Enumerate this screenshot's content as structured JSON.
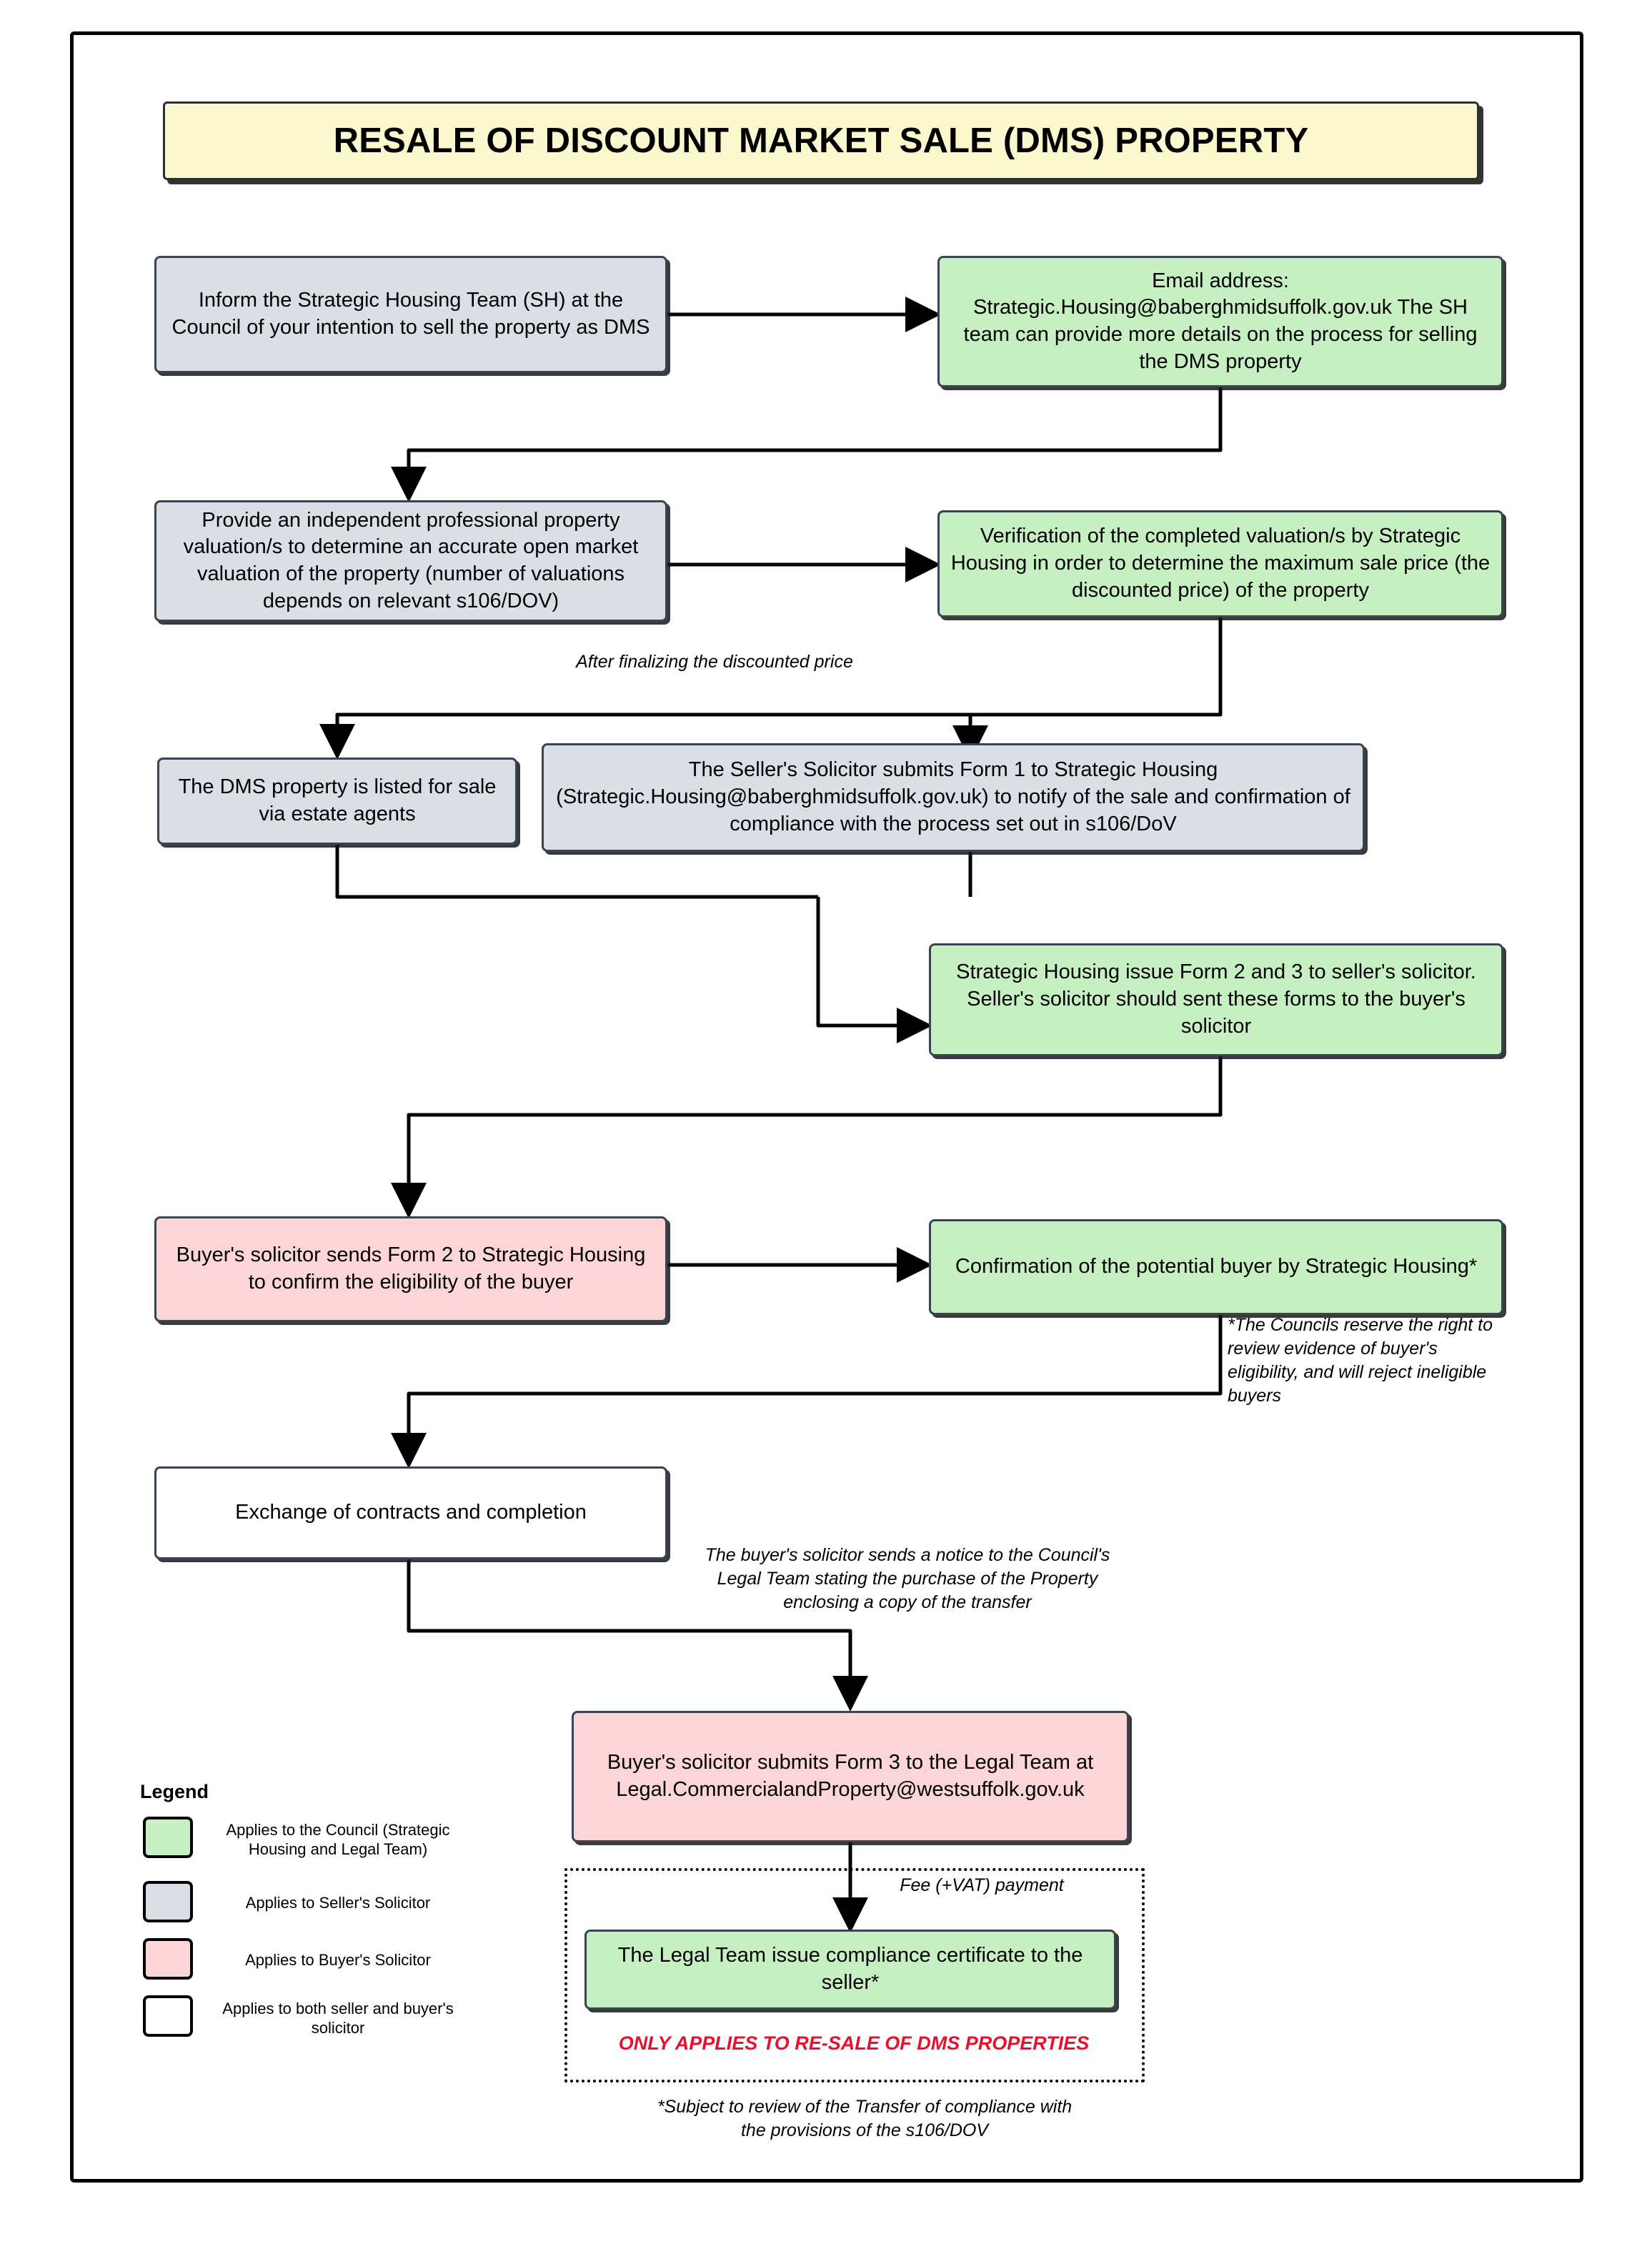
{
  "title": "RESALE OF DISCOUNT MARKET SALE (DMS) PROPERTY",
  "colors": {
    "council_green": "#c6f0c2",
    "seller_grey": "#dbdfe5",
    "buyer_pink": "#fbd5d8",
    "both_white": "#ffffff",
    "title_yellow": "#fbf8cd",
    "alert_red": "#e8112d",
    "border": "#3a4450"
  },
  "nodes": {
    "inform_sh": "Inform the Strategic Housing Team (SH) at the Council of your intention to sell the property as DMS",
    "email_address": "Email address: Strategic.Housing@baberghmidsuffolk.gov.uk The SH team can provide more details on the process for selling the DMS property",
    "email_address_lines": [
      "Email address:",
      "Strategic.Housing@baberghmidsuffolk.gov.uk",
      "The SH team can provide more details on the process",
      "for selling the DMS property"
    ],
    "valuation": "Provide an independent professional property valuation/s to determine an accurate open market valuation of the property (number of valuations depends on relevant s106/DOV)",
    "verification": "Verification of the completed valuation/s by Strategic Housing in order to determine the maximum sale price (the discounted price) of the property",
    "listed_for_sale": "The DMS property is listed for sale via estate agents",
    "form1": "The Seller's Solicitor submits Form 1 to Strategic Housing (Strategic.Housing@baberghmidsuffolk.gov.uk) to notify of the sale and confirmation of compliance with the process set out in s106/DoV",
    "forms_2_3": "Strategic Housing issue Form 2 and 3 to seller's solicitor. Seller's solicitor should sent these forms to the buyer's solicitor",
    "buyer_form2": "Buyer's solicitor sends Form 2 to Strategic Housing to confirm the eligibility of the buyer",
    "confirmation": "Confirmation of the potential buyer by Strategic Housing*",
    "exchange": "Exchange of contracts and completion",
    "buyer_form3": "Buyer's solicitor submits Form 3 to the Legal Team at Legal.CommercialandProperty@westsuffolk.gov.uk",
    "buyer_form3_lines": [
      "Buyer's solicitor submits Form 3 to the",
      "Legal Team at",
      "Legal.CommercialandProperty@westsuffolk.gov.uk"
    ],
    "compliance_cert": "The Legal Team issue compliance certificate to the seller*"
  },
  "annotations": {
    "after_finalizing": "After finalizing the discounted price",
    "councils_reserve": "*The Councils reserve the right to review evidence of buyer's eligibility, and will reject ineligible buyers",
    "notice_to_legal": "The buyer's solicitor sends a notice to the Council's Legal Team stating the purchase of the Property enclosing a copy of the transfer",
    "fee_vat": "Fee (+VAT) payment",
    "only_applies": "ONLY APPLIES TO RE-SALE OF DMS PROPERTIES",
    "subject_to_review": "*Subject to review of the Transfer of compliance with the provisions of the s106/DOV"
  },
  "legend": {
    "heading": "Legend",
    "items": [
      {
        "color": "#c6f0c2",
        "label": "Applies to the Council (Strategic Housing and Legal Team)"
      },
      {
        "color": "#dbdfe5",
        "label": "Applies to Seller's Solicitor"
      },
      {
        "color": "#fbd5d8",
        "label": "Applies to Buyer's Solicitor"
      },
      {
        "color": "#ffffff",
        "label": "Applies to both seller and buyer's solicitor"
      }
    ]
  }
}
